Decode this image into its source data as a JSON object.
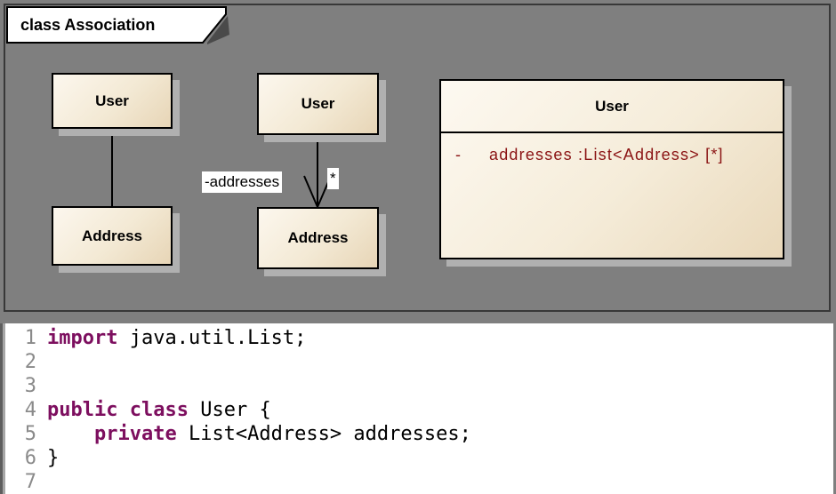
{
  "frame": {
    "title": "class Association"
  },
  "diagram": {
    "background_color": "#7f7f7f",
    "box_fill_light": "#fcf7ee",
    "box_fill_dark": "#e7d5b6",
    "shadow_color": "#b0b0b0",
    "attribute_text_color": "#8b1414",
    "simple_pair": {
      "top": "User",
      "bottom": "Address"
    },
    "labeled_pair": {
      "top": "User",
      "bottom": "Address",
      "role_label": "-addresses",
      "multiplicity": "*"
    },
    "detail_class": {
      "name": "User",
      "attribute_visibility": "-",
      "attribute_text": "addresses :List<Address> [*]"
    }
  },
  "code": {
    "keyword_color": "#7d0f5f",
    "line_number_color": "#8a8a8a",
    "lines": [
      {
        "num": "1",
        "kw": "import",
        "rest": " java.util.List;"
      },
      {
        "num": "2"
      },
      {
        "num": "3"
      },
      {
        "num": "4",
        "kw": "public",
        "mid": " ",
        "kw2": "class",
        "rest": " User {"
      },
      {
        "num": "5",
        "indent": "    ",
        "kw": "private",
        "rest": " List<Address> addresses;"
      },
      {
        "num": "6",
        "rest": "}"
      },
      {
        "num": "7"
      }
    ]
  }
}
